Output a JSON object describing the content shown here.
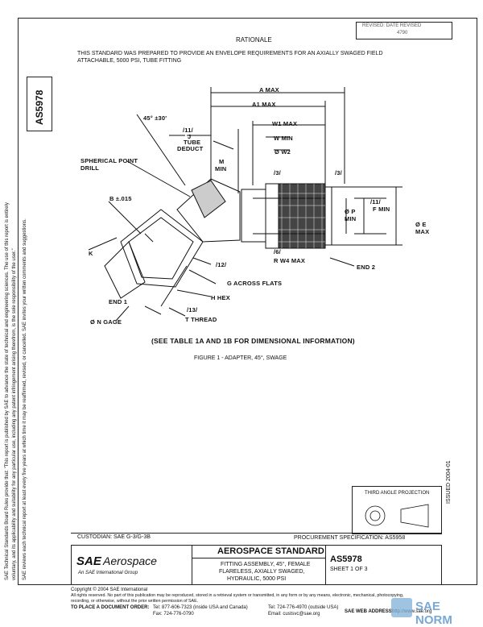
{
  "doc_number": "AS5978",
  "rev_box": {
    "line1": "REVISED: DATE REVISED",
    "line2": "4790"
  },
  "rationale": {
    "heading": "RATIONALE",
    "line1": "THIS STANDARD WAS PREPARED TO PROVIDE AN ENVELOPE REQUIREMENTS FOR AN AXIALLY SWAGED FIELD",
    "line2": "ATTACHABLE, 5000 PSI, TUBE FITTING"
  },
  "left_notice": {
    "line1": "SAE Technical Standards Board Rules provide that: \"This report is published by SAE to advance the state of technical and engineering sciences. The use of this report is entirely",
    "line2": "voluntary, and its applicability and suitability for any particular use, including any patent infringement arising therefrom, is the sole responsibility of the user.\"",
    "line3": "SAE reviews each technical report at least every five years at which time it may be reaffirmed, revised, or cancelled. SAE invites your written comments and suggestions."
  },
  "right_margin": "ISSUED 2004-01",
  "drawing": {
    "labels": {
      "a_max": "A MAX",
      "a1_max": "A1 MAX",
      "angle": "45° ±30'",
      "n11": "/11/",
      "j_tube": "J",
      "tube": "TUBE",
      "deduct": "DEDUCT",
      "w1_max": "W1 MAX",
      "w_min": "W MIN",
      "w2": "Ø W2",
      "spherical": "SPHERICAL POINT",
      "drill": "DRILL",
      "m": "M",
      "min": "MIN",
      "n3a": "/3/",
      "n3b": "/3/",
      "b_dim": "B ±.015",
      "p": "Ø P",
      "p_min": "MIN",
      "n11b": "/11/",
      "f_min": "F MIN",
      "e": "Ø E",
      "e_max": "MAX",
      "k": "K",
      "n6": "/6/",
      "rw4": "R W4 MAX",
      "n12": "/12/",
      "end2": "END 2",
      "g_flats": "G ACROSS FLATS",
      "h_hex": "H HEX",
      "end1": "END 1",
      "n13": "/13/",
      "t_thread": "T THREAD",
      "n_gage": "Ø N GAGE",
      "see_table": "(SEE TABLE 1A AND 1B FOR DIMENSIONAL INFORMATION)"
    },
    "caption": "FIGURE 1 - ADAPTER, 45°, SWAGE"
  },
  "third_angle": "THIRD ANGLE PROJECTION",
  "custodian": "CUSTODIAN: SAE G-3/G-3B",
  "procurement": "PROCUREMENT SPECIFICATION: AS5958",
  "title_block": {
    "logo_sae": "SAE",
    "logo_aero": "Aerospace",
    "logo_sub": "An SAE International Group",
    "standard": "AEROSPACE STANDARD",
    "title1": "FITTING ASSEMBLY, 45°, FEMALE",
    "title2": "FLARELESS, AXIALLY SWAGED,",
    "title3": "HYDRAULIC, 5000 PSI",
    "number": "AS5978",
    "sheet": "SHEET 1 OF 3"
  },
  "footer": {
    "copyright": "Copyright © 2004 SAE International",
    "rights": "All rights reserved. No part of this publication may be reproduced, stored in a retrieval system or transmitted, in any form or by any means, electronic, mechanical, photocopying,",
    "rights2": "recording, or otherwise, without the prior written permission of SAE.",
    "order_label": "TO PLACE A DOCUMENT ORDER:",
    "tel1": "Tel: 877-606-7323 (inside USA and Canada)",
    "tel2": "Tel: 724-776-4970 (outside USA)",
    "fax": "Fax: 724-776-0790",
    "email": "Email: custsvc@sae.org",
    "web_label": "SAE WEB ADDRESS:",
    "web": "http://www.sae.org"
  },
  "watermark": "SAE NORM"
}
